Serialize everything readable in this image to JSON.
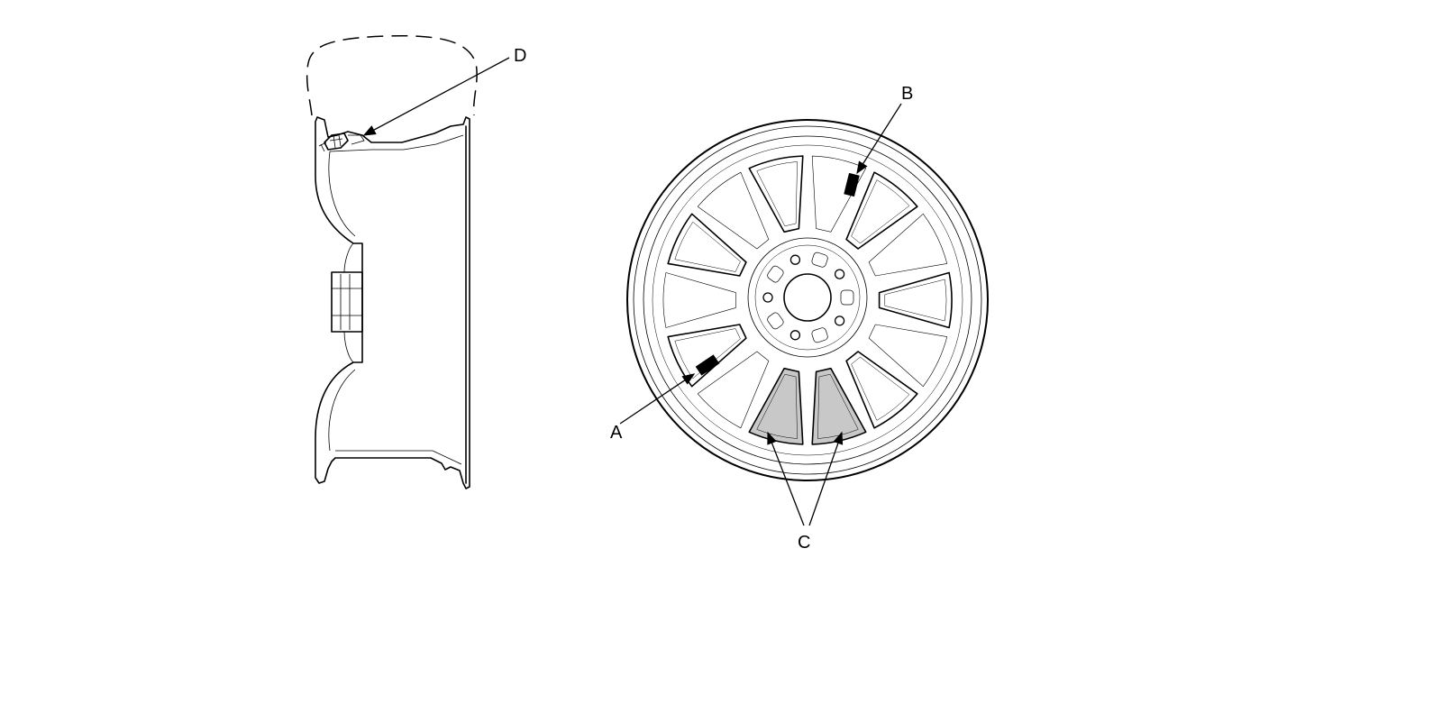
{
  "callouts": {
    "a": "A",
    "b": "B",
    "c": "C",
    "d": "D"
  },
  "colors": {
    "line": "#000000",
    "weight_shading": "#c8c8c8",
    "background": "#ffffff"
  }
}
